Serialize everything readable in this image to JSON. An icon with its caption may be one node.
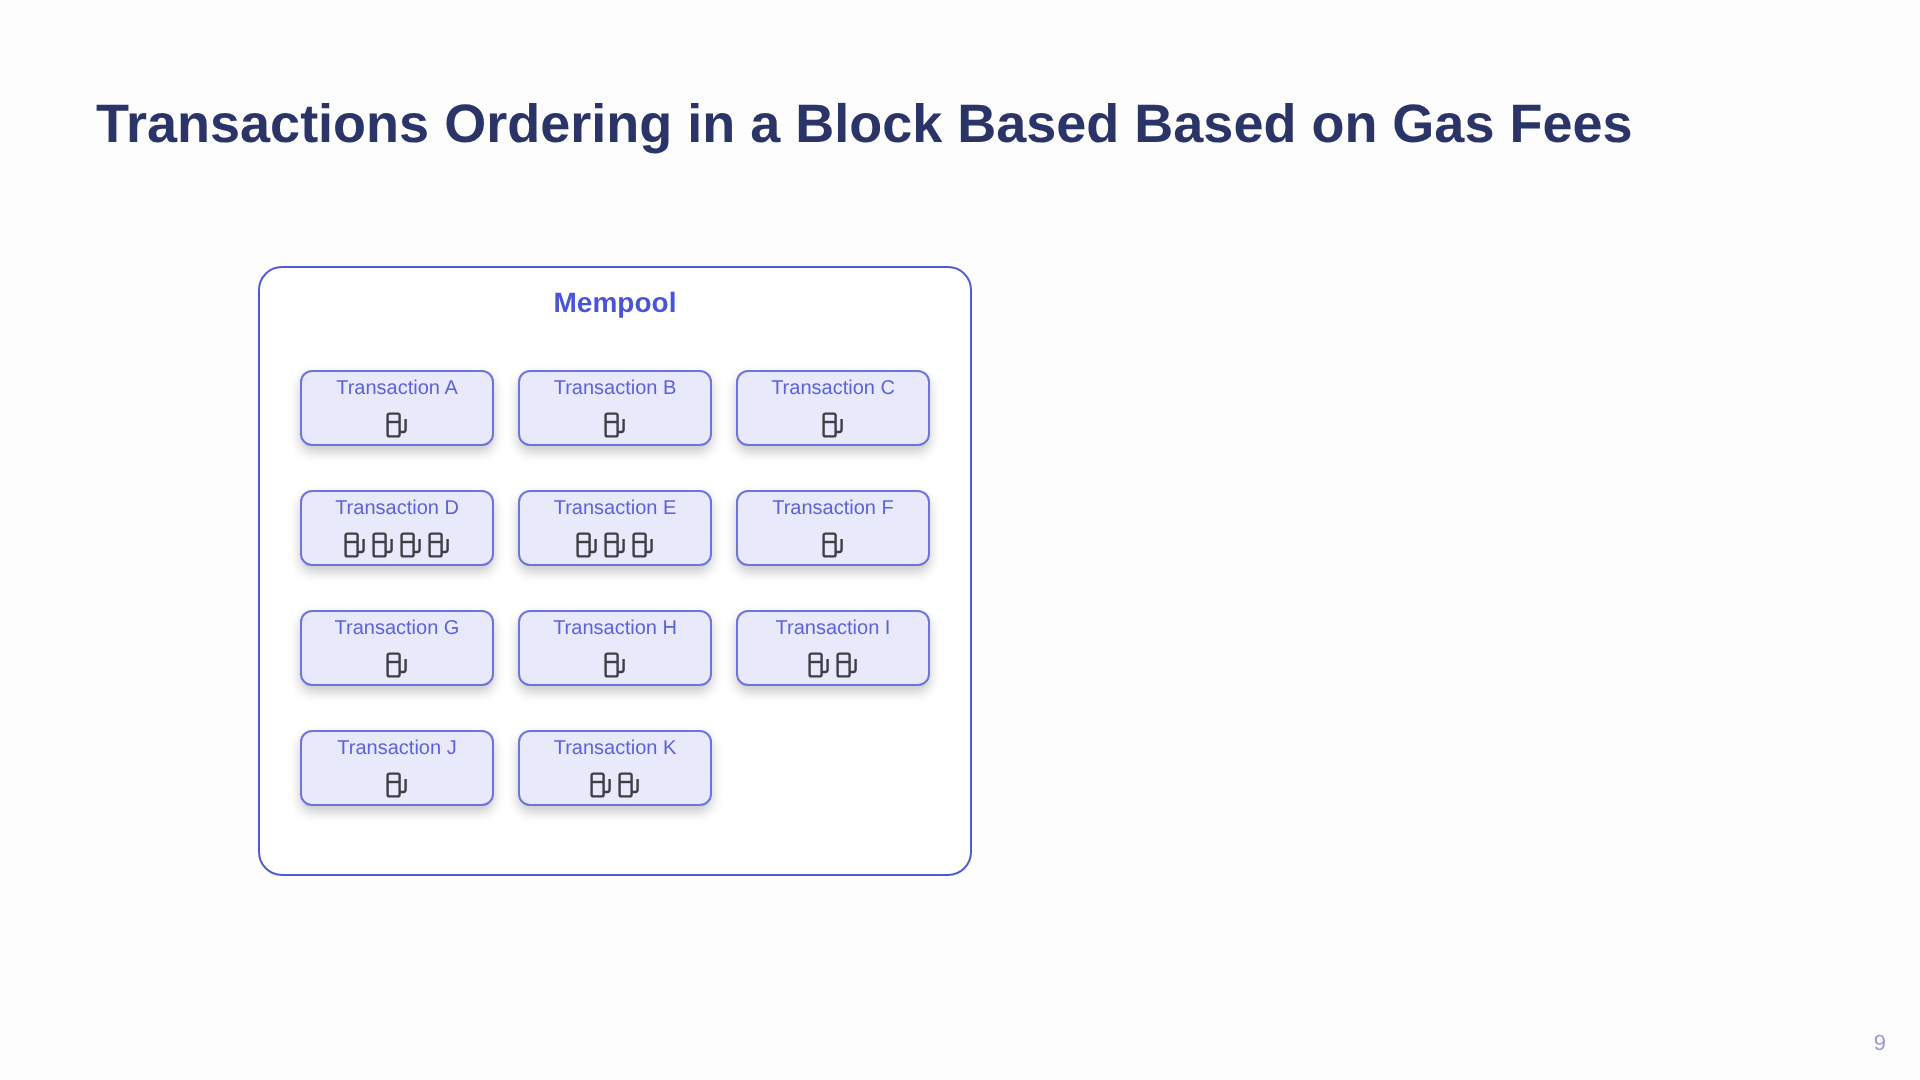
{
  "diagram": {
    "title": "Transactions Ordering in a Block Based Based on Gas Fees",
    "nodes": [
      {
        "text": [
          "Mempool"
        ]
      },
      {
        "text": [
          "Transaction A"
        ],
        "in": 0
      },
      {
        "text": [
          "Transaction B"
        ],
        "in": 0
      },
      {
        "text": [
          "Transaction C"
        ],
        "in": 0
      },
      {
        "text": [
          "Transaction D"
        ],
        "in": 0
      },
      {
        "text": [
          "Transaction E"
        ],
        "in": 0
      },
      {
        "text": [
          "Transaction F"
        ],
        "in": 0
      },
      {
        "text": [
          "Transaction G"
        ],
        "in": 0
      },
      {
        "text": [
          "Transaction H"
        ],
        "in": 0
      },
      {
        "text": [
          "Transaction I"
        ],
        "in": 0
      },
      {
        "text": [
          "Transaction J"
        ],
        "in": 0
      },
      {
        "text": [
          "Transaction K"
        ],
        "in": 0
      }
    ],
    "labels": [
      "9"
    ]
  }
}
